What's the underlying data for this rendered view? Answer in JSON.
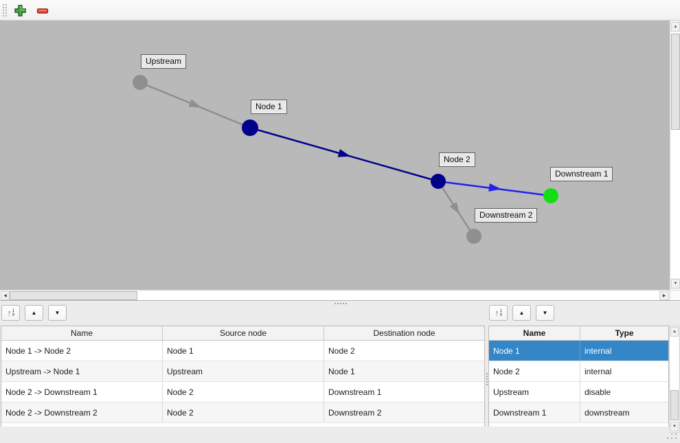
{
  "toolbar": {
    "add_icon": "plus-icon",
    "remove_icon": "minus-icon",
    "add_color": "#3d9e3d",
    "remove_color": "#ee3b2c"
  },
  "icons": {
    "sort_arrow": "↑",
    "sort_top": "1",
    "sort_bottom": "9",
    "move_up": "▲",
    "move_down": "▼",
    "scroll_up": "▲",
    "scroll_down": "▼",
    "scroll_left": "◀",
    "scroll_right": "▶"
  },
  "graph": {
    "canvas_bg": "#b9b9b9",
    "nodes": [
      {
        "name": "Upstream",
        "color": "#8f8f8f"
      },
      {
        "name": "Node 1",
        "color": "#00008b"
      },
      {
        "name": "Node 2",
        "color": "#00008b"
      },
      {
        "name": "Downstream 1",
        "color": "#15dd15"
      },
      {
        "name": "Downstream 2",
        "color": "#8f8f8f"
      }
    ],
    "edges": [
      {
        "name": "Upstream -> Node 1",
        "color": "#8f8f8f"
      },
      {
        "name": "Node 1 -> Node 2",
        "color": "#00008b"
      },
      {
        "name": "Node 2 -> Downstream 1",
        "color": "#2020f0"
      },
      {
        "name": "Node 2 -> Downstream 2",
        "color": "#8f8f8f"
      }
    ]
  },
  "edge_table": {
    "headers": [
      "Name",
      "Source node",
      "Destination node"
    ],
    "rows": [
      {
        "name": "Node 1 -> Node 2",
        "source": "Node 1",
        "destination": "Node 2"
      },
      {
        "name": "Upstream -> Node 1",
        "source": "Upstream",
        "destination": "Node 1"
      },
      {
        "name": "Node 2 -> Downstream 1",
        "source": "Node 2",
        "destination": "Downstream 1"
      },
      {
        "name": "Node 2 -> Downstream 2",
        "source": "Node 2",
        "destination": "Downstream 2"
      }
    ]
  },
  "node_table": {
    "headers": [
      "Name",
      "Type"
    ],
    "selection_color": "#3486c7",
    "rows": [
      {
        "name": "Node 1",
        "type": "internal",
        "selected": true
      },
      {
        "name": "Node 2",
        "type": "internal",
        "selected": false
      },
      {
        "name": "Upstream",
        "type": "disable",
        "selected": false
      },
      {
        "name": "Downstream 1",
        "type": "downstream",
        "selected": false
      }
    ]
  }
}
